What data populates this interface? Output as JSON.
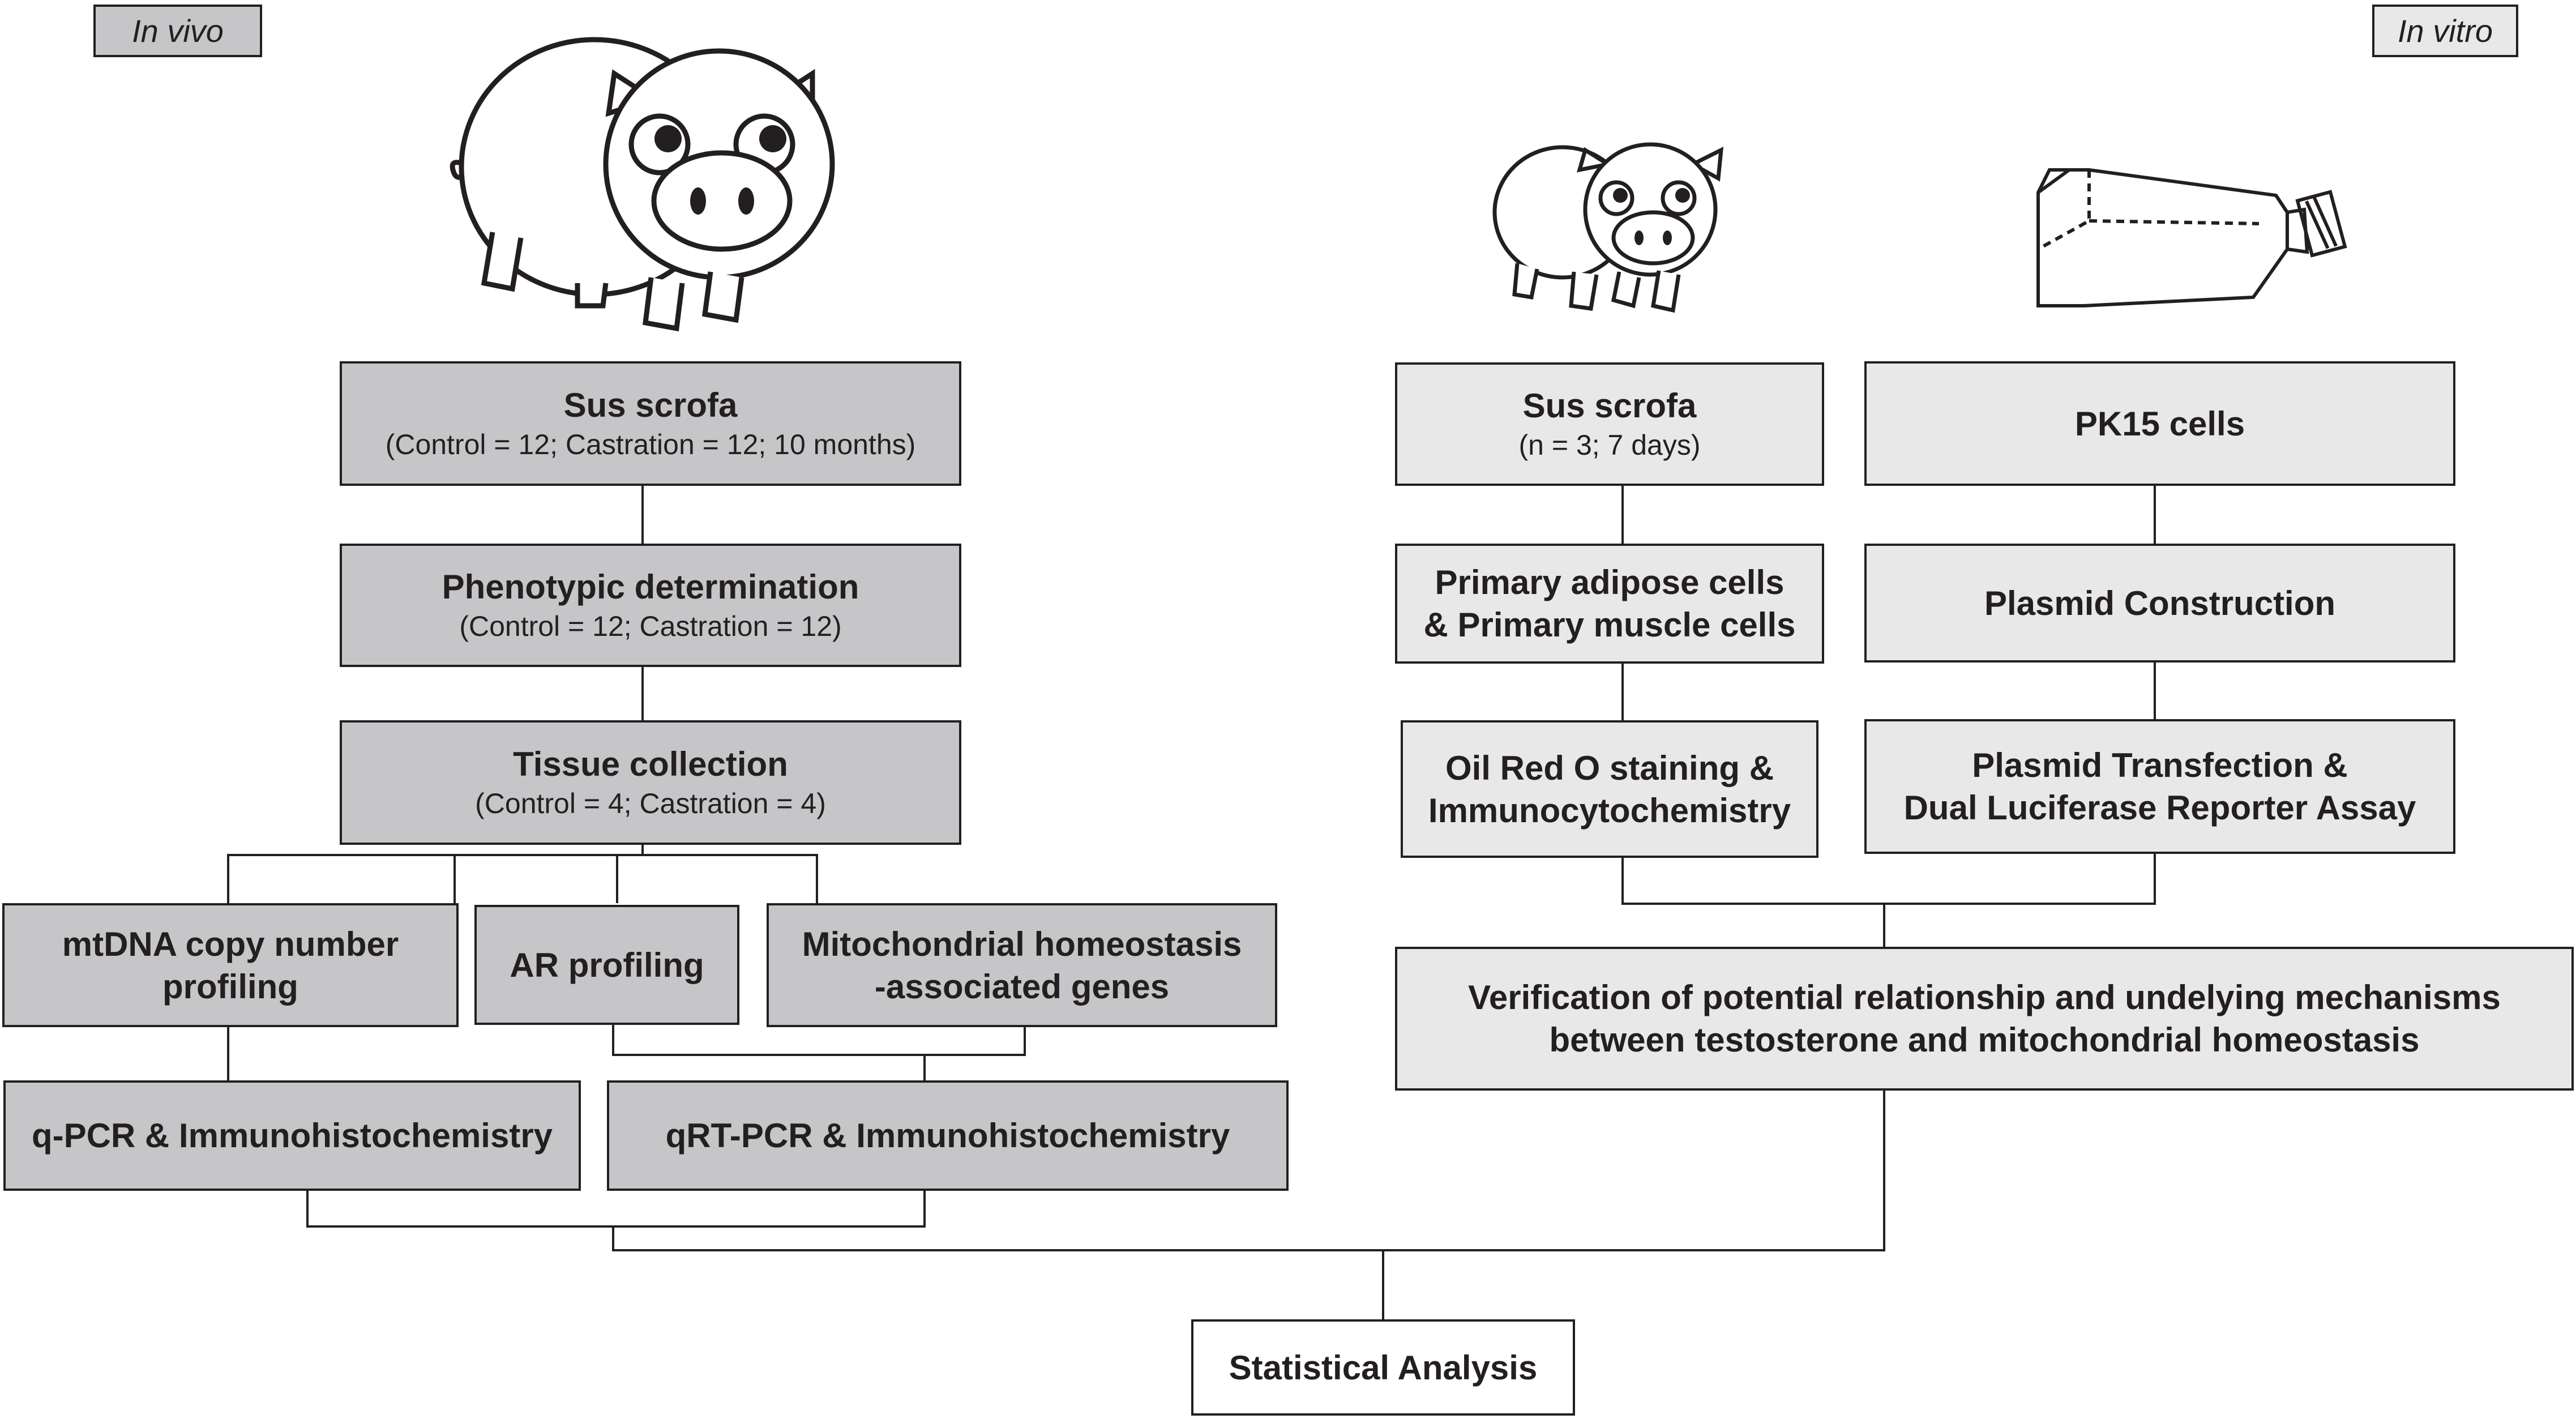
{
  "labels": {
    "in_vivo": "In vivo",
    "in_vitro": "In vitro"
  },
  "in_vivo": {
    "sus_scrofa": {
      "title": "Sus scrofa",
      "subtitle": "(Control = 12; Castration = 12; 10 months)"
    },
    "phenotypic": {
      "title": "Phenotypic determination",
      "subtitle": "(Control = 12; Castration = 12)"
    },
    "tissue": {
      "title": "Tissue collection",
      "subtitle": "(Control = 4; Castration = 4)"
    },
    "mtdna": {
      "line1": "mtDNA copy number",
      "line2": "profiling"
    },
    "ar": {
      "title": "AR profiling"
    },
    "mito": {
      "line1": "Mitochondrial  homeostasis",
      "line2": "-associated genes"
    },
    "qpcr": {
      "title": "q-PCR & Immunohistochemistry"
    },
    "qrtpcr": {
      "title": "qRT-PCR & Immunohistochemistry"
    }
  },
  "in_vitro": {
    "sus_scrofa": {
      "title": "Sus scrofa",
      "subtitle": "(n = 3; 7 days)"
    },
    "primary": {
      "line1": "Primary adipose cells",
      "line2": "& Primary muscle cells"
    },
    "oil": {
      "line1": "Oil Red O staining &",
      "line2": "Immunocytochemistry"
    },
    "pk15": {
      "title": "PK15 cells"
    },
    "plasmid_construction": {
      "title": "Plasmid Construction"
    },
    "plasmid_transfection": {
      "line1": "Plasmid Transfection &",
      "line2": "Dual Luciferase Reporter Assay"
    },
    "verification": {
      "line1": "Verification of potential relationship and undelying mechanisms",
      "line2": "between testosterone and mitochondrial homeostasis"
    }
  },
  "statistical": {
    "title": "Statistical Analysis"
  },
  "colors": {
    "dark_box": "#c6c6c8",
    "light_box": "#e8e8e9",
    "line": "#231f20"
  },
  "icons": [
    "pig-large-icon",
    "pig-small-icon",
    "culture-flask-icon"
  ]
}
